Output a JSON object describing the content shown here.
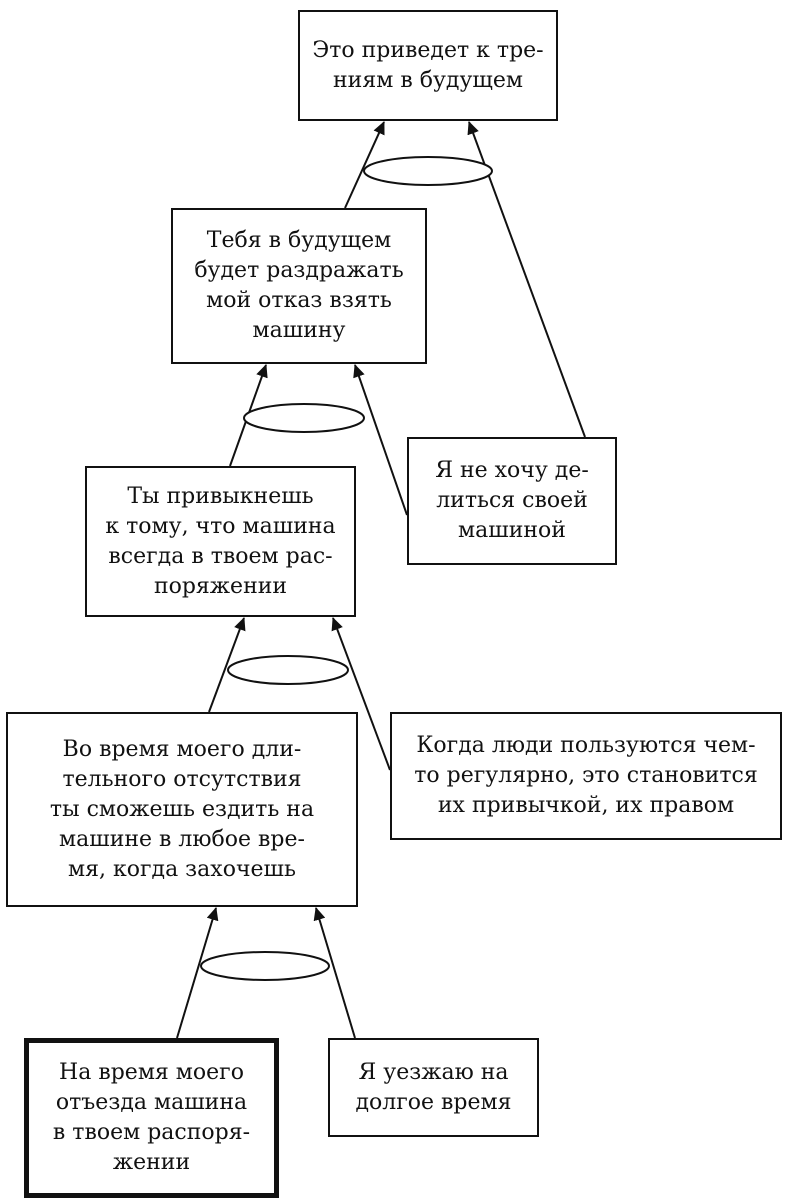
{
  "diagram": {
    "nodes": {
      "top": {
        "lines": [
          "Это приведет к тре-",
          "ниям в будущем"
        ]
      },
      "annoy": {
        "lines": [
          "Тебя в будущем",
          "будет раздражать",
          "мой отказ взять",
          "машину"
        ]
      },
      "share": {
        "lines": [
          "Я не хочу де-",
          "литься своей",
          "машиной"
        ]
      },
      "habit": {
        "lines": [
          "Ты привыкнешь",
          "к тому, что машина",
          "всегда в твоем рас-",
          "поряжении"
        ]
      },
      "people": {
        "lines": [
          "Когда люди пользуются чем-",
          "то регулярно, это становится",
          "их привычкой, их правом"
        ]
      },
      "absence": {
        "lines": [
          "Во время моего дли-",
          "тельного отсутствия",
          "ты сможешь ездить на",
          "машине в любое вре-",
          "мя, когда захочешь"
        ]
      },
      "start": {
        "lines": [
          "На время моего",
          "отъезда машина",
          "в твоем распоря-",
          "жении"
        ]
      },
      "leaving": {
        "lines": [
          "Я уезжаю на",
          "долгое время"
        ]
      }
    },
    "line_color": "#111111"
  }
}
